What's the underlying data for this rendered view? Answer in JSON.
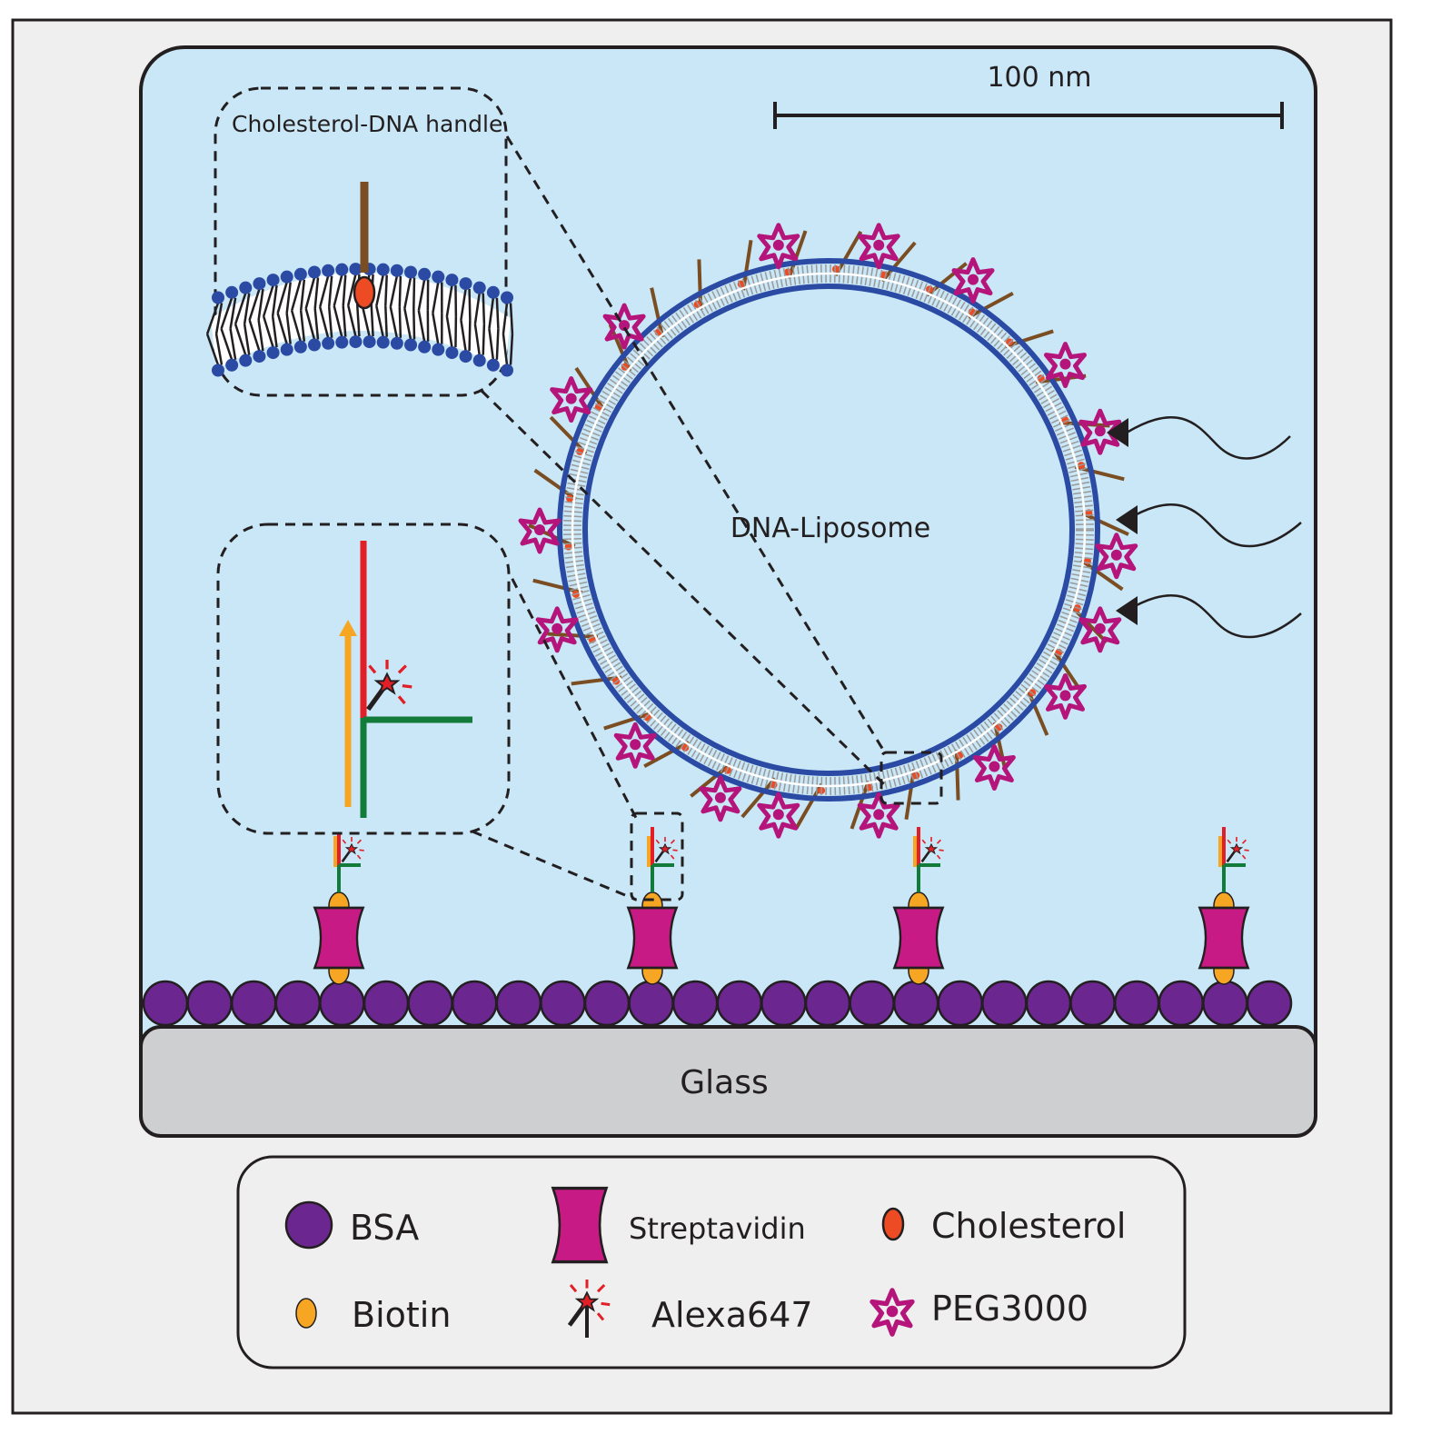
{
  "diagram": {
    "scale_bar_label": "100 nm",
    "inset_title": "Cholesterol-DNA handle",
    "liposome_label": "DNA-Liposome",
    "surface_label": "Glass",
    "colors": {
      "background": "#c9e7f6",
      "frame_fill": "#efefef",
      "glass": "#cdcfd1",
      "bsa": "#6b2690",
      "biotin": "#f6a623",
      "streptavidin": "#c81a84",
      "cholesterol": "#ec4b24",
      "peg": "#b5157a",
      "dna_red": "#e21f26",
      "dna_orange": "#f6a623",
      "dna_green": "#137b3a",
      "handle_brown": "#7a4e22",
      "lipid_head": "#2b4aa3"
    }
  },
  "legend": {
    "items": [
      {
        "label": "BSA",
        "icon": "bsa-circle-icon"
      },
      {
        "label": "Streptavidin",
        "icon": "streptavidin-icon"
      },
      {
        "label": "Cholesterol",
        "icon": "cholesterol-icon"
      },
      {
        "label": "Biotin",
        "icon": "biotin-icon"
      },
      {
        "label": "Alexa647",
        "icon": "alexa647-icon"
      },
      {
        "label": "PEG3000",
        "icon": "peg3000-icon"
      }
    ]
  }
}
